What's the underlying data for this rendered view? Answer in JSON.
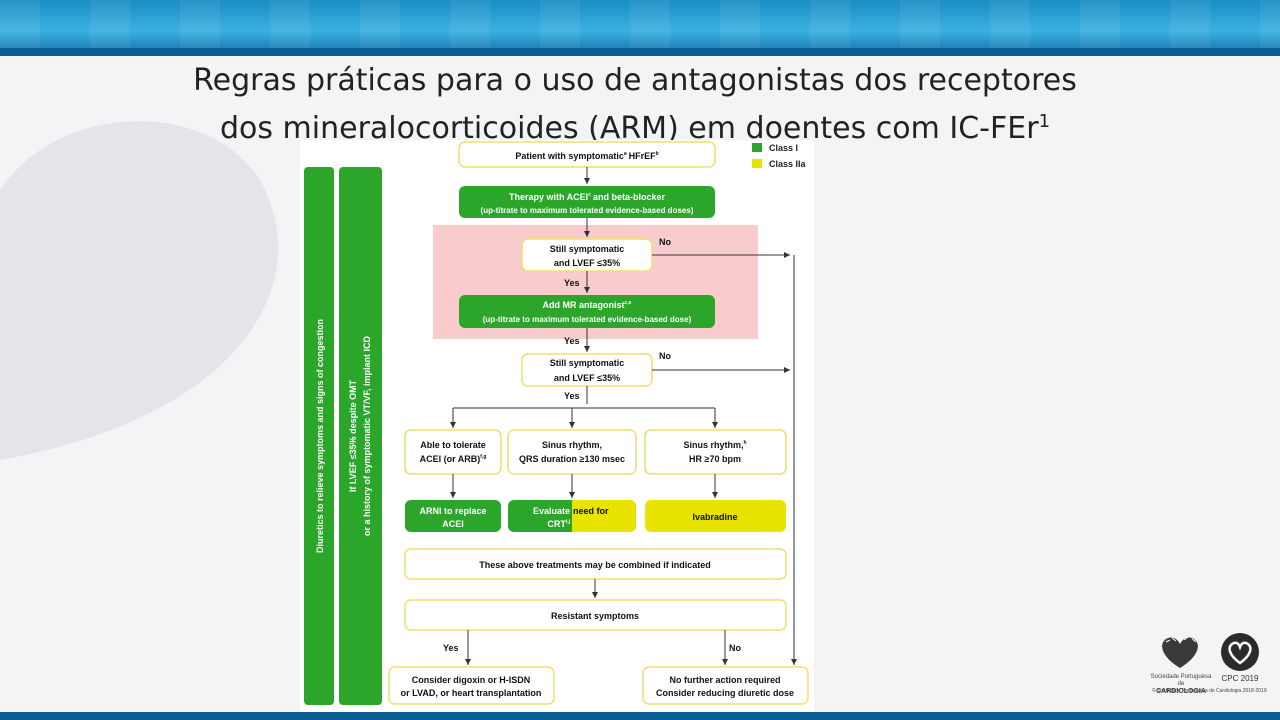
{
  "slide": {
    "title_line1": "Regras práticas para o uso de antagonistas dos receptores",
    "title_line2": "dos mineralocorticoides (ARM) em doentes com IC-FEr",
    "title_sup": "1"
  },
  "colors": {
    "class_i": "#2ba62b",
    "class_iia": "#e8e400",
    "highlight": "#f8cccc",
    "box_border": "#f2dd6e",
    "banner": "#1a8ec6"
  },
  "legend": {
    "class_i": "Class I",
    "class_iia": "Class IIa"
  },
  "side_bars": {
    "diuretics": "Diuretics to relieve symptoms and signs of congestion",
    "icd_line1": "If LVEF ≤35% despite OMT",
    "icd_line2": "or a history of symptomatic VT/VF, implant ICD"
  },
  "flow": {
    "start": "Patient with symptomatic",
    "start_sup1": "a",
    "start_tail": "HFrEF",
    "start_sup2": "b",
    "therapy_line1": "Therapy with ACEI",
    "therapy_sup": "c",
    "therapy_line1_tail": "and beta-blocker",
    "therapy_line2": "(up-titrate to maximum tolerated evidence-based doses)",
    "still1_line1": "Still symptomatic",
    "still1_line2": "and LVEF ≤35%",
    "no1": "No",
    "yes1": "Yes",
    "mra_line1": "Add MR antagonist",
    "mra_sup": "c,e",
    "mra_line2": "(up-titrate to maximum tolerated evidence-based dose)",
    "yes2": "Yes",
    "still2_line1": "Still symptomatic",
    "still2_line2": "and LVEF ≤35%",
    "no2": "No",
    "yes3": "Yes",
    "able_line1": "Able to tolerate",
    "able_line2": "ACEI (or ARB)",
    "able_sup": "f,g",
    "sinus_line1": "Sinus rhythm,",
    "sinus_line2": "QRS duration ≥130 msec",
    "sinus_hr_line1": "Sinus rhythm,",
    "sinus_hr_sup": "h",
    "sinus_hr_line2": "HR ≥70 bpm",
    "arni_line1": "ARNI to replace",
    "arni_line2": "ACEI",
    "crt_left1": "Evaluate",
    "crt_right1": "need for",
    "crt_left2": "CRT",
    "crt_sup": "i,j",
    "ivabradine": "Ivabradine",
    "combined": "These above treatments may be combined if indicated",
    "resistant": "Resistant symptoms",
    "yes4": "Yes",
    "no4": "No",
    "digoxin_line1": "Consider digoxin or H-ISDN",
    "digoxin_line2": "or LVAD, or heart transplantation",
    "noaction_line1": "No further action required",
    "noaction_line2": "Consider reducing diuretic dose"
  },
  "logos": {
    "spc_line1": "Sociedade Portuguesa de",
    "spc_line2": "CARDIOLOGIA",
    "cpc": "CPC 2019",
    "copyright": "© Sociedade Portuguesa de Cardiologia 2018-2019"
  }
}
